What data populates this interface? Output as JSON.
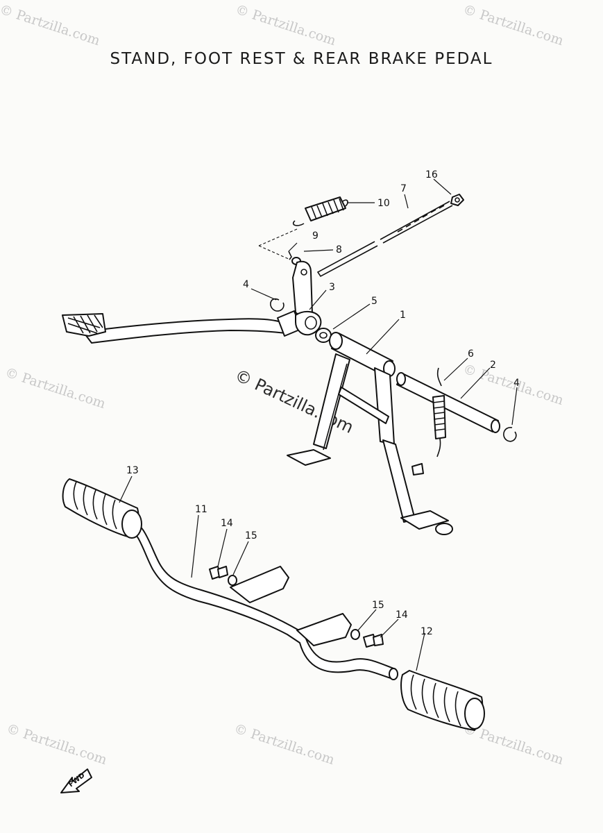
{
  "title": "STAND, FOOT REST & REAR BRAKE PEDAL",
  "watermark": "© Partzilla.com",
  "fwd_label": "FWD",
  "callouts": [
    "1",
    "2",
    "3",
    "4",
    "4",
    "5",
    "6",
    "7",
    "8",
    "9",
    "10",
    "11",
    "12",
    "13",
    "14",
    "14",
    "15",
    "15",
    "16"
  ]
}
